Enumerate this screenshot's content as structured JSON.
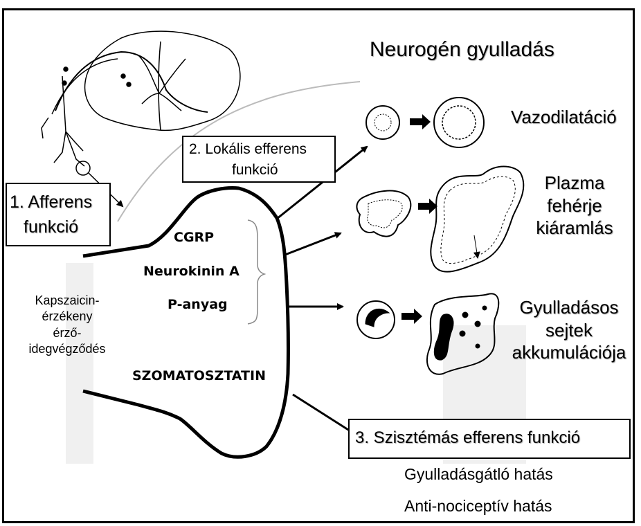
{
  "title": "Neurogén gyulladás",
  "labels": {
    "afferent_line1": "1. Afferens",
    "afferent_line2": "funkció",
    "local_line1": "2. Lokális efferens",
    "local_line2": "funkció",
    "systemic": "3. Szisztémás efferens funkció",
    "nerve_ending": [
      "Kapszaicin-",
      "érzékeny",
      "érző-",
      "idegvégződés"
    ]
  },
  "mediators": [
    "CGRP",
    "Neurokinin A",
    "P-anyag"
  ],
  "somatostatin": "SZOMATOSZTATIN",
  "effects": {
    "vasodilation": "Vazodilatáció",
    "plasma": [
      "Plazma",
      "fehérje",
      "kiáramlás"
    ],
    "cells": [
      "Gyulladásos",
      "sejtek",
      "akkumulációja"
    ]
  },
  "systemic_effects": [
    "Gyulladásgátló hatás",
    "Anti-nociceptív hatás"
  ]
}
